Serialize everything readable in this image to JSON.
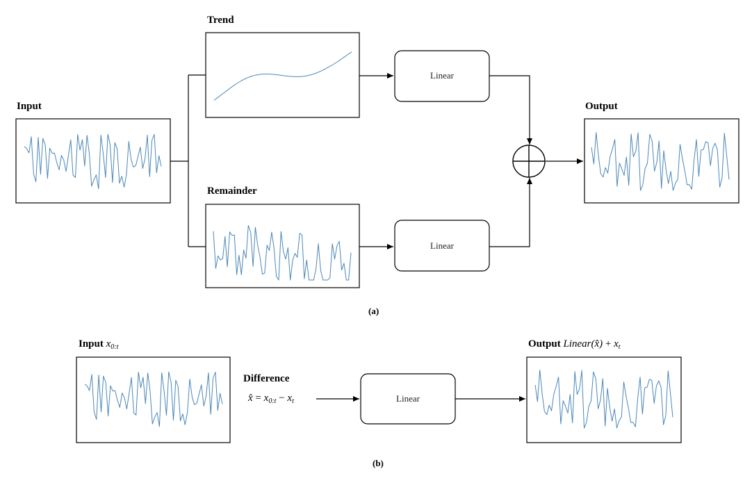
{
  "panel_a": {
    "input_label": "Input",
    "trend_label": "Trend",
    "remainder_label": "Remainder",
    "output_label": "Output",
    "linear_top": "Linear",
    "linear_bottom": "Linear",
    "caption": "(a)"
  },
  "panel_b": {
    "input_label": "Input",
    "input_math_var": "x",
    "input_math_sub": "0:t",
    "difference_label": "Difference",
    "diff_eq_lhs": "x̂",
    "diff_eq_op1": " = ",
    "diff_eq_x": "x",
    "diff_eq_sub": "0:t",
    "diff_eq_op2": " − ",
    "diff_eq_xt": "x",
    "diff_eq_xt_sub": "t",
    "linear": "Linear",
    "output_label": "Output",
    "output_math_fn": "Linear",
    "output_math_arg": "(x̂)",
    "output_math_plus": " + ",
    "output_math_x": "x",
    "output_math_sub": "t",
    "caption": "(b)"
  },
  "colors": {
    "series_line": "#4a86b8",
    "stroke": "#000000"
  },
  "icons": {
    "sum_node": "circle-plus-icon"
  }
}
